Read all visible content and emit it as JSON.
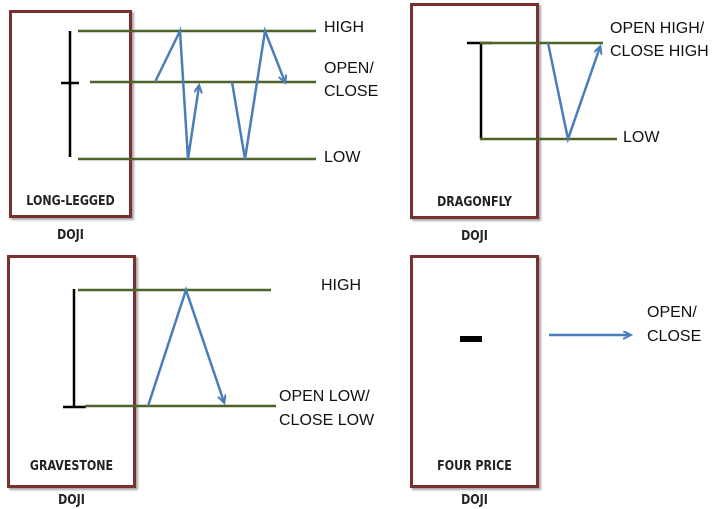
{
  "colors": {
    "level_line": "#4f6228",
    "arrow": "#4a7ebb",
    "candle": "#000000",
    "frame": "#7b3030"
  },
  "panels": {
    "long_legged": {
      "title_line1": "LONG-LEGGED",
      "title_line2": "DOJI"
    },
    "dragonfly": {
      "title_line1": "DRAGONFLY",
      "title_line2": "DOJI"
    },
    "gravestone": {
      "title_line1": "GRAVESTONE",
      "title_line2": "DOJI"
    },
    "four_price": {
      "title_line1": "FOUR PRICE",
      "title_line2": "DOJI"
    }
  },
  "labels": {
    "ll_high": "HIGH",
    "ll_open_close_1": "OPEN/",
    "ll_open_close_2": "CLOSE",
    "ll_low": "LOW",
    "df_open_high_1": "OPEN HIGH/",
    "df_open_high_2": "CLOSE HIGH",
    "df_low": "LOW",
    "gs_high": "HIGH",
    "gs_open_low_1": "OPEN LOW/",
    "gs_open_low_2": "CLOSE LOW",
    "fp_open_close_1": "OPEN/",
    "fp_open_close_2": "CLOSE"
  }
}
